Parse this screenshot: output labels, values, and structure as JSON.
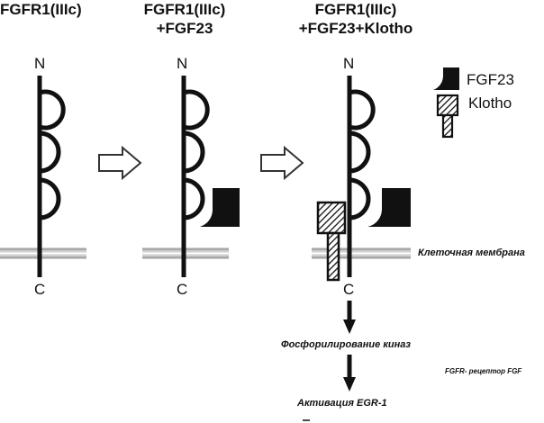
{
  "columns": [
    {
      "title_line1": "FGFR1(IIIc)",
      "title_line2": ""
    },
    {
      "title_line1": "FGFR1(IIIc)",
      "title_line2": "+FGF23"
    },
    {
      "title_line1": "FGFR1(IIIc)",
      "title_line2": "+FGF23+Klotho"
    }
  ],
  "terminus": {
    "n": "N",
    "c": "C"
  },
  "legend": {
    "fgf23": "FGF23",
    "klotho": "Klotho"
  },
  "membrane_label": "Клеточная мембрана",
  "step1": "Фосфорилирование киназ",
  "step2": "Активация EGR-1",
  "footnote": "FGFR- рецептор FGF",
  "colors": {
    "stroke": "#111111",
    "membrane": "#bdbdbd",
    "arrow_fill": "#ffffff"
  }
}
